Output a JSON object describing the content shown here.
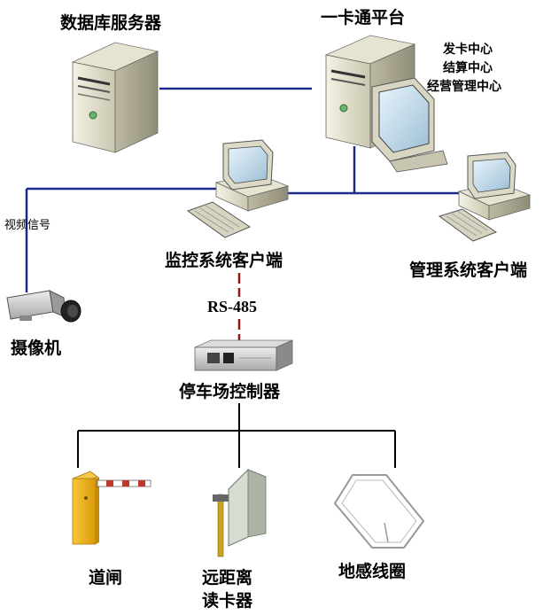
{
  "labels": {
    "db_server": "数据库服务器",
    "platform": "一卡通平台",
    "platform_notes": [
      "发卡中心",
      "结算中心",
      "经营管理中心"
    ],
    "video_signal": "视频信号",
    "monitor_client": "监控系统客户端",
    "admin_client": "管理系统客户端",
    "rs485": "RS-485",
    "camera": "摄像机",
    "controller": "停车场控制器",
    "barrier": "道闸",
    "reader_line1": "远距离",
    "reader_line2": "读卡器",
    "loop": "地感线圈"
  },
  "colors": {
    "network_line": "#1c2a8a",
    "serial_line": "#8b1a1a",
    "bus_line": "#000000"
  }
}
